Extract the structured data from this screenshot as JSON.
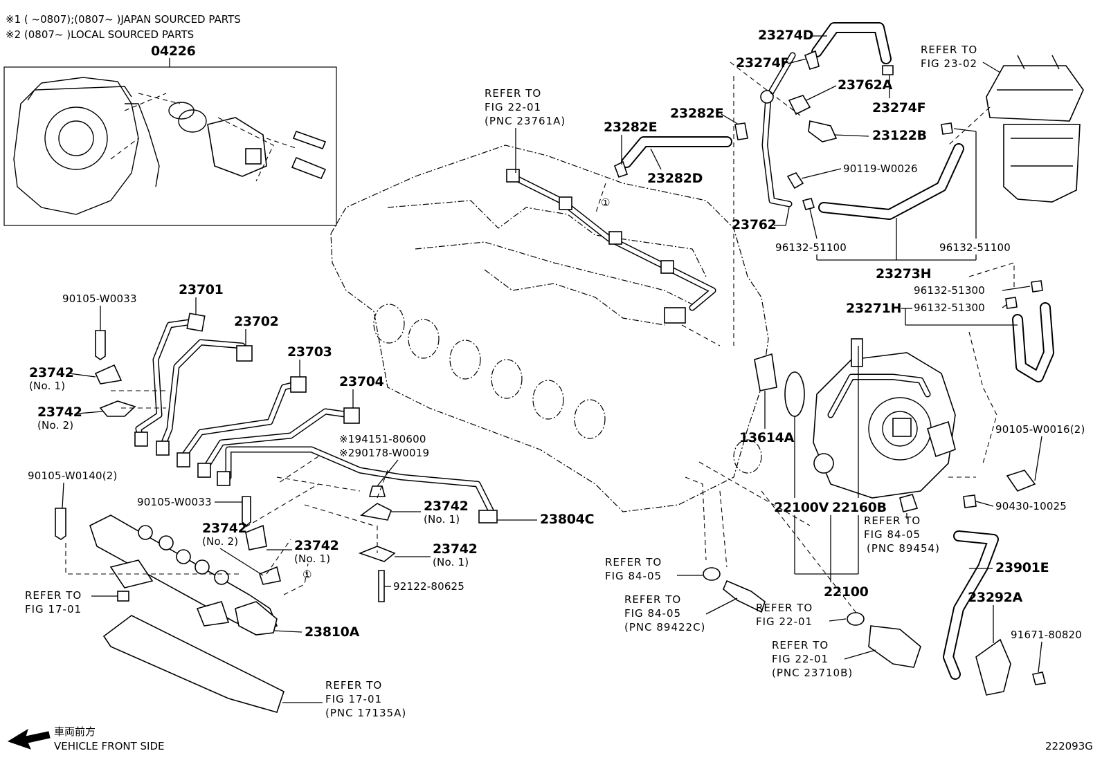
{
  "notes": {
    "note1": "※1 (      ~0807);(0807~       )JAPAN SOURCED PARTS",
    "note2": "※2 (0807~       )LOCAL SOURCED PARTS"
  },
  "parts": {
    "p04226": "04226",
    "p23274D": "23274D",
    "p23274F_a": "23274F",
    "p23274F_b": "23274F",
    "p23762A": "23762A",
    "p23282E_a": "23282E",
    "p23282E_b": "23282E",
    "p23282D": "23282D",
    "p23122B": "23122B",
    "p90119": "90119-W0026",
    "p23762": "23762",
    "p96132_a": "96132-51100",
    "p96132_b": "96132-51100",
    "p23273H": "23273H",
    "p96132_c": "96132-51300",
    "p96132_d": "96132-51300",
    "p23271H": "23271H",
    "p90105_w0033_a": "90105-W0033",
    "p23701": "23701",
    "p23702": "23702",
    "p23703": "23703",
    "p23704": "23704",
    "p23742_a": "23742",
    "p23742_a_sub": "(No. 1)",
    "p23742_b": "23742",
    "p23742_b_sub": "(No. 2)",
    "p194151": "※194151-80600",
    "p290178": "※290178-W0019",
    "p90105_w0140": "90105-W0140(2)",
    "p90105_w0033_b": "90105-W0033",
    "p23742_c": "23742",
    "p23742_c_sub": "(No. 2)",
    "p23742_d": "23742",
    "p23742_d_sub": "(No. 1)",
    "p23742_e": "23742",
    "p23742_e_sub": "(No. 1)",
    "p23742_f": "23742",
    "p23742_f_sub": "(No. 1)",
    "p23804C": "23804C",
    "p92122": "92122-80625",
    "p23810A": "23810A",
    "p13614A": "13614A",
    "p22100V": "22100V",
    "p22160B": "22160B",
    "p22100": "22100",
    "p90105_w0016": "90105-W0016(2)",
    "p90430": "90430-10025",
    "p23901E": "23901E",
    "p23292A": "23292A",
    "p91671": "91671-80820"
  },
  "refs": {
    "r1_l1": "REFER TO",
    "r1_l2": "FIG 22-01",
    "r1_l3": "(PNC 23761A)",
    "r2_l1": "REFER TO",
    "r2_l2": "FIG 23-02",
    "r3_l1": "REFER TO",
    "r3_l2": "FIG 17-01",
    "r4_l1": "REFER TO",
    "r4_l2": "FIG 17-01",
    "r4_l3": "(PNC 17135A)",
    "r5_l1": "REFER TO",
    "r5_l2": "FIG 84-05",
    "r6_l1": "REFER TO",
    "r6_l2": "FIG 84-05",
    "r6_l3": "(PNC 89422C)",
    "r7_l1": "REFER TO",
    "r7_l2": "FIG 22-01",
    "r8_l1": "REFER TO",
    "r8_l2": "FIG 22-01",
    "r8_l3": "(PNC 23710B)",
    "r9_l1": "REFER TO",
    "r9_l2": "FIG 84-05",
    "r9_l3": "(PNC 89454)"
  },
  "markers": {
    "circ1_a": "①",
    "circ1_b": "①"
  },
  "footer": {
    "front_jp": "車両前方",
    "front_en": "VEHICLE FRONT SIDE",
    "diagram_code": "222093G"
  }
}
